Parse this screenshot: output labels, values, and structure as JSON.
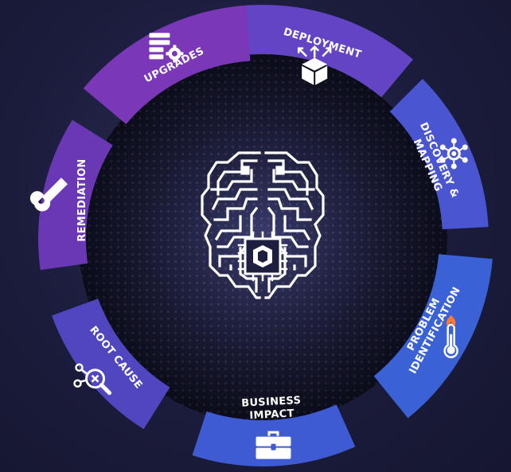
{
  "diagram": {
    "center_icon": "circuit-brain-icon",
    "segments": [
      {
        "label_lines": [
          "DEPLOYMENT"
        ],
        "icon": "box-arrows-icon",
        "color": "#6344c4"
      },
      {
        "label_lines": [
          "DISCOVERY &",
          "MAPPING"
        ],
        "icon": "network-hub-icon",
        "color": "#4a55d2"
      },
      {
        "label_lines": [
          "PROBLEM",
          "IDENTIFICATION"
        ],
        "icon": "thermometer-flame-icon",
        "color": "#3a62d6"
      },
      {
        "label_lines": [
          "BUSINESS",
          "IMPACT"
        ],
        "icon": "briefcase-icon",
        "color": "#3e5bd3"
      },
      {
        "label_lines": [
          "ROOT CAUSE"
        ],
        "icon": "magnifier-nodes-icon",
        "color": "#5046c0"
      },
      {
        "label_lines": [
          "REMEDIATION"
        ],
        "icon": "wrench-icon",
        "color": "#6a38b4"
      },
      {
        "label_lines": [
          "UPGRADES"
        ],
        "icon": "list-gear-icon",
        "color": "#7a37b8"
      }
    ]
  }
}
